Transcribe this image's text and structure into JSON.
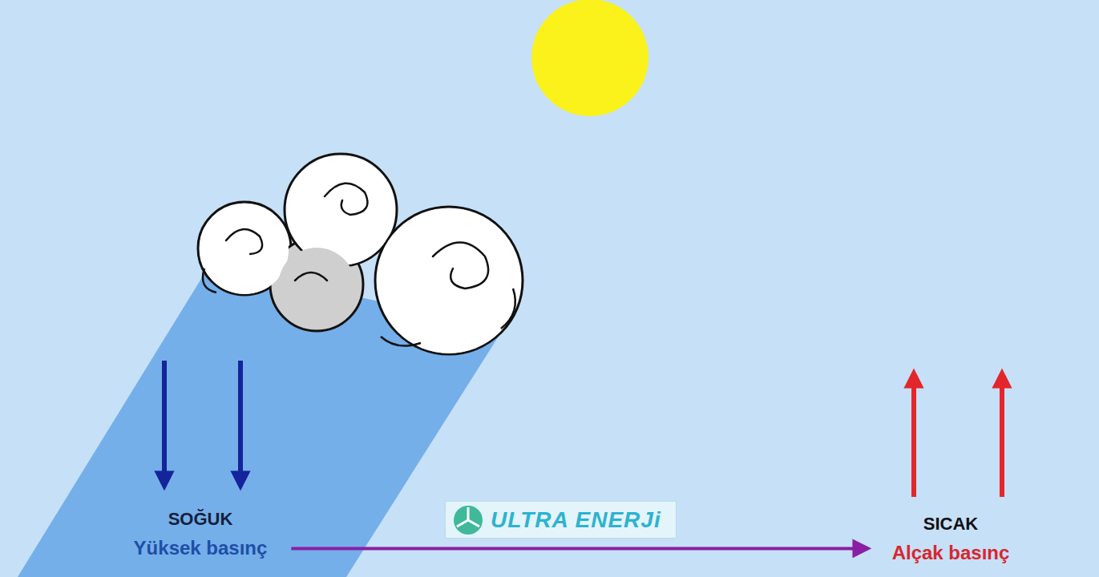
{
  "diagram": {
    "nodes": [
      {
        "text": [
          "SOĞUK",
          "Yüksek basınç"
        ]
      },
      {
        "text": [
          "SICAK",
          "Alçak basınç"
        ]
      }
    ],
    "edges": [
      {
        "from": 0,
        "to": 1,
        "arrow": "to"
      }
    ],
    "labels": [
      "ULTRA ENERJi"
    ]
  }
}
